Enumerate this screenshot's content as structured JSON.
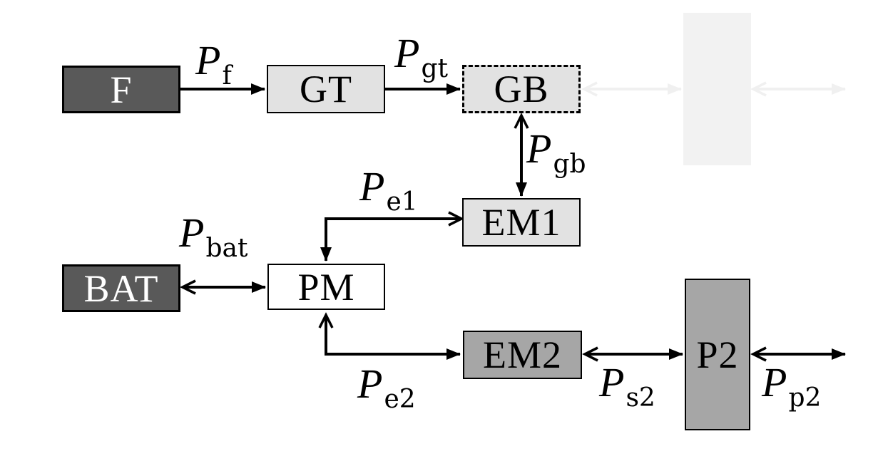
{
  "nodes": {
    "f": {
      "label": "F"
    },
    "gt": {
      "label": "GT"
    },
    "gb": {
      "label": "GB"
    },
    "em1": {
      "label": "EM1"
    },
    "pm": {
      "label": "PM"
    },
    "bat": {
      "label": "BAT"
    },
    "em2": {
      "label": "EM2"
    },
    "p2": {
      "label": "P2"
    }
  },
  "edges": {
    "pf": {
      "main": "P",
      "sub": "f"
    },
    "pgt": {
      "main": "P",
      "sub": "gt"
    },
    "pgb": {
      "main": "P",
      "sub": "gb"
    },
    "pe1": {
      "main": "P",
      "sub": "e1"
    },
    "pbat": {
      "main": "P",
      "sub": "bat"
    },
    "pe2": {
      "main": "P",
      "sub": "e2"
    },
    "ps2": {
      "main": "P",
      "sub": "s2"
    },
    "pp2": {
      "main": "P",
      "sub": "p2"
    }
  },
  "colors": {
    "background": "#ffffff",
    "dark_box": "#595959",
    "dark_box_text": "#ffffff",
    "light_box": "#e2e2e2",
    "mid_box": "#a6a6a6",
    "white_box": "#ffffff",
    "box_text": "#000000",
    "line": "#000000",
    "ghost": "#f2f2f2",
    "ghost_arrow": "#f0f0f0"
  }
}
